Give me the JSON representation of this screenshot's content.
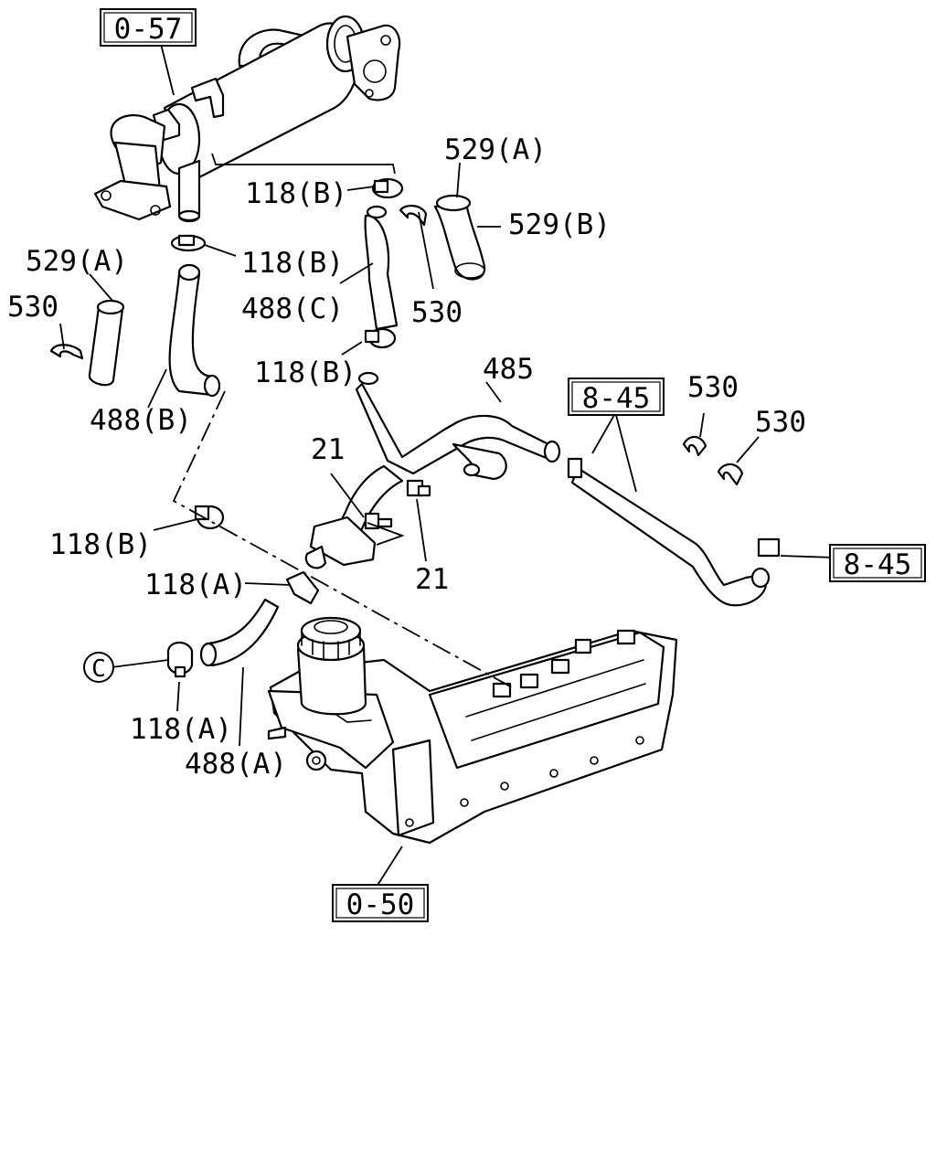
{
  "callouts": {
    "ref_0_57": "0-57",
    "ref_0_50": "0-50",
    "ref_8_45_top": "8-45",
    "ref_8_45_right": "8-45",
    "c_circle": "C",
    "p529a_top": "529(A)",
    "p529b": "529(B)",
    "p118b_1": "118(B)",
    "p118b_2": "118(B)",
    "p118b_3": "118(B)",
    "p118b_4": "118(B)",
    "p529a_left": "529(A)",
    "p530_left": "530",
    "p530_mid": "530",
    "p530_r1": "530",
    "p530_r2": "530",
    "p488c": "488(C)",
    "p488b": "488(B)",
    "p488a": "488(A)",
    "p485": "485",
    "p21_left": "21",
    "p21_right": "21",
    "p118a_1": "118(A)",
    "p118a_2": "118(A)"
  }
}
